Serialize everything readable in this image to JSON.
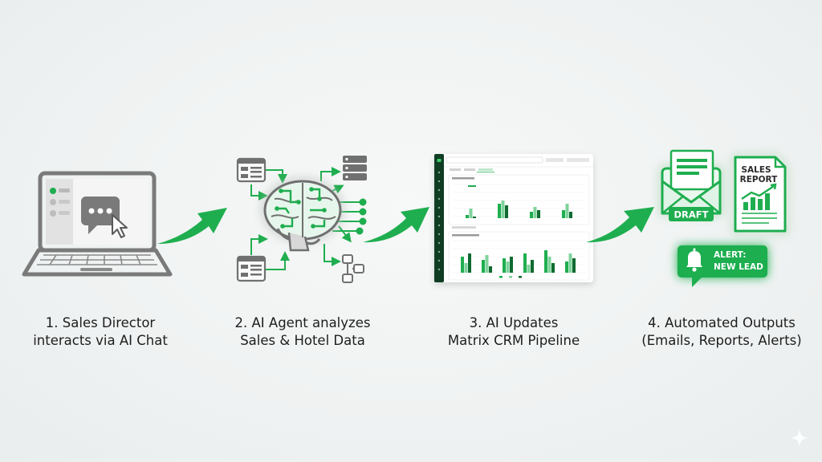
{
  "steps": [
    {
      "line1": "1. Sales Director",
      "line2": "interacts via AI Chat"
    },
    {
      "line1": "2. AI Agent analyzes",
      "line2": "Sales & Hotel Data"
    },
    {
      "line1": "3. AI Updates",
      "line2": "Matrix CRM Pipeline"
    },
    {
      "line1": "4. Automated Outputs",
      "line2": "(Emails, Reports, Alerts)"
    }
  ],
  "outputs": {
    "email_badge": "DRAFT",
    "report_title_line1": "SALES",
    "report_title_line2": "REPORT",
    "alert_line1": "ALERT:",
    "alert_line2": "NEW LEAD"
  },
  "colors": {
    "accent": "#1fae4f",
    "accent_dark": "#178a3d",
    "gray_icon": "#707070",
    "crm_sidebar": "#0f3d23"
  }
}
